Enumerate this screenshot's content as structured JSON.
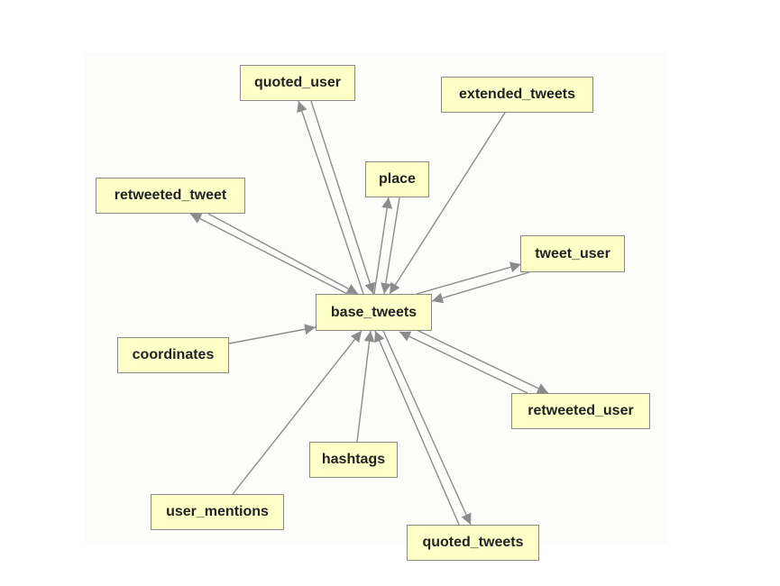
{
  "diagram": {
    "nodes": {
      "base_tweets": "base_tweets",
      "quoted_user": "quoted_user",
      "extended_tweets": "extended_tweets",
      "place": "place",
      "retweeted_tweet": "retweeted_tweet",
      "tweet_user": "tweet_user",
      "coordinates": "coordinates",
      "retweeted_user": "retweeted_user",
      "hashtags": "hashtags",
      "user_mentions": "user_mentions",
      "quoted_tweets": "quoted_tweets"
    },
    "edges": [
      {
        "from": "base_tweets",
        "to": "quoted_user"
      },
      {
        "from": "quoted_user",
        "to": "base_tweets"
      },
      {
        "from": "extended_tweets",
        "to": "base_tweets"
      },
      {
        "from": "base_tweets",
        "to": "place"
      },
      {
        "from": "place",
        "to": "base_tweets"
      },
      {
        "from": "base_tweets",
        "to": "retweeted_tweet"
      },
      {
        "from": "retweeted_tweet",
        "to": "base_tweets"
      },
      {
        "from": "base_tweets",
        "to": "tweet_user"
      },
      {
        "from": "tweet_user",
        "to": "base_tweets"
      },
      {
        "from": "coordinates",
        "to": "base_tweets"
      },
      {
        "from": "base_tweets",
        "to": "retweeted_user"
      },
      {
        "from": "retweeted_user",
        "to": "base_tweets"
      },
      {
        "from": "hashtags",
        "to": "base_tweets"
      },
      {
        "from": "user_mentions",
        "to": "base_tweets"
      },
      {
        "from": "base_tweets",
        "to": "quoted_tweets"
      },
      {
        "from": "quoted_tweets",
        "to": "base_tweets"
      }
    ],
    "colors": {
      "node_fill": "#ffffc8",
      "node_border": "#8a8a8a",
      "edge": "#8c8c8c"
    }
  }
}
